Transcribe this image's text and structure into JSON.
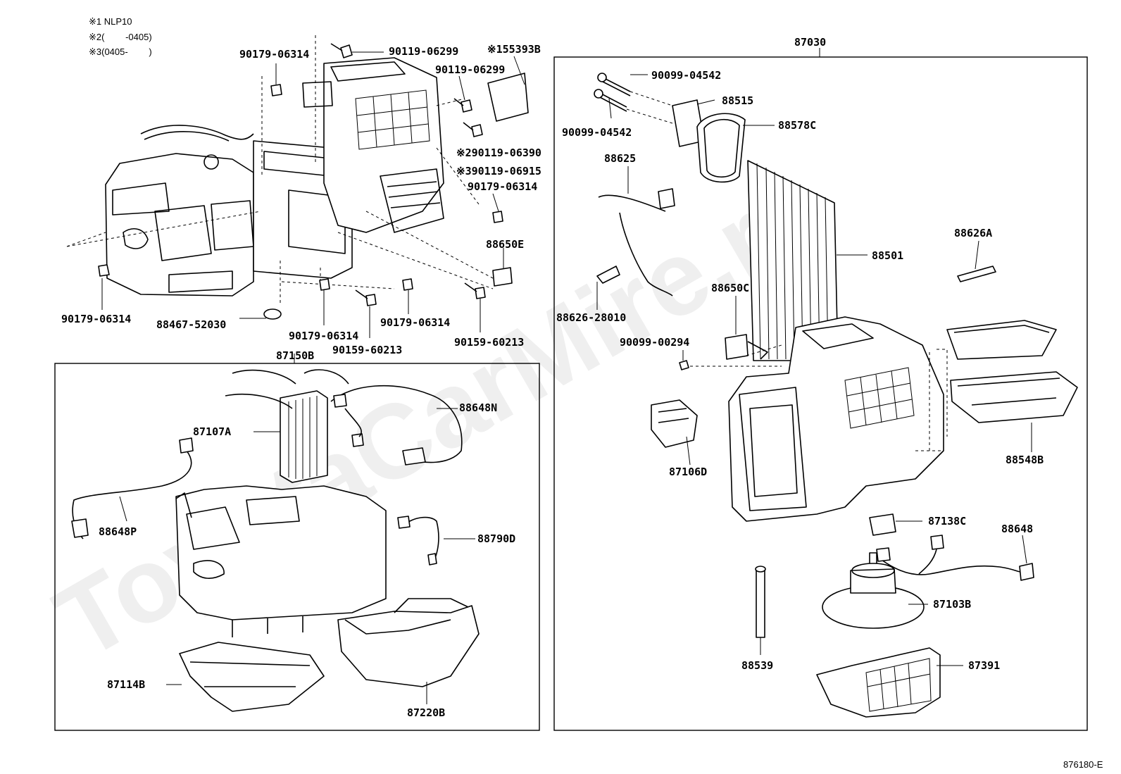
{
  "notes": [
    "※1 NLP10",
    "※2(　　 -0405)",
    "※3(0405-　　 )"
  ],
  "watermark": "ToyotaCarMire.ru",
  "figure_id": "876180-E",
  "group_labels": {
    "left_box": "87150B",
    "right_box": "87030"
  },
  "part_labels": {
    "p90119_06299_top": "90119-06299",
    "p155393B": "※155393B",
    "p90179_06314_a": "90179-06314",
    "p90119_06299_b": "90119-06299",
    "p290119_06390": "※290119-06390",
    "p390119_06915": "※390119-06915",
    "p90179_06314_b": "90179-06314",
    "p88650E": "88650E",
    "p90179_06314_c": "90179-06314",
    "p88467_52030": "88467-52030",
    "p90179_06314_d": "90179-06314",
    "p90179_06314_e": "90179-06314",
    "p90159_60213_a": "90159-60213",
    "p90159_60213_b": "90159-60213",
    "p87107A": "87107A",
    "p88648N": "88648N",
    "p88648P": "88648P",
    "p88790D": "88790D",
    "p87114B": "87114B",
    "p87220B": "87220B",
    "p90099_04542_a": "90099-04542",
    "p90099_04542_b": "90099-04542",
    "p88515": "88515",
    "p88578C": "88578C",
    "p88625": "88625",
    "p88501": "88501",
    "p88626A": "88626A",
    "p88626_28010": "88626-28010",
    "p88650C": "88650C",
    "p90099_00294": "90099-00294",
    "p87106D": "87106D",
    "p88548B": "88548B",
    "p87138C": "87138C",
    "p88648": "88648",
    "p87103B": "87103B",
    "p88539": "88539",
    "p87391": "87391"
  }
}
